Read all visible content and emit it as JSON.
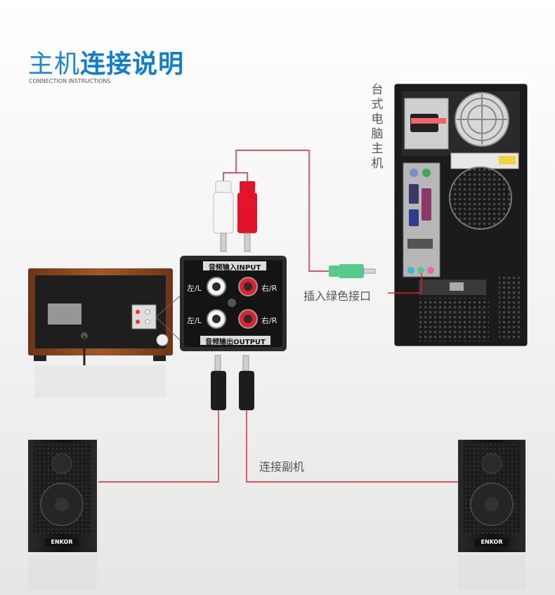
{
  "title": {
    "light": "主机",
    "bold": "连接说明"
  },
  "subtitle": "CONNECTION INSTRUCTIONS",
  "pc_label": "台式电脑主机",
  "green_port_label": "插入绿色接口",
  "sub_speaker_label": "连接副机",
  "panel": {
    "input_title": "音频输入INPUT",
    "output_title": "音频输出OUTPUT",
    "left": "左/L",
    "right": "右/R"
  },
  "speaker_brand": "ENKOR",
  "colors": {
    "title": "#1a8ad8",
    "cable": "#d9232d",
    "green_plug": "#57c98a",
    "red_plug": "#e3132a",
    "wood": "#8a4a22"
  }
}
